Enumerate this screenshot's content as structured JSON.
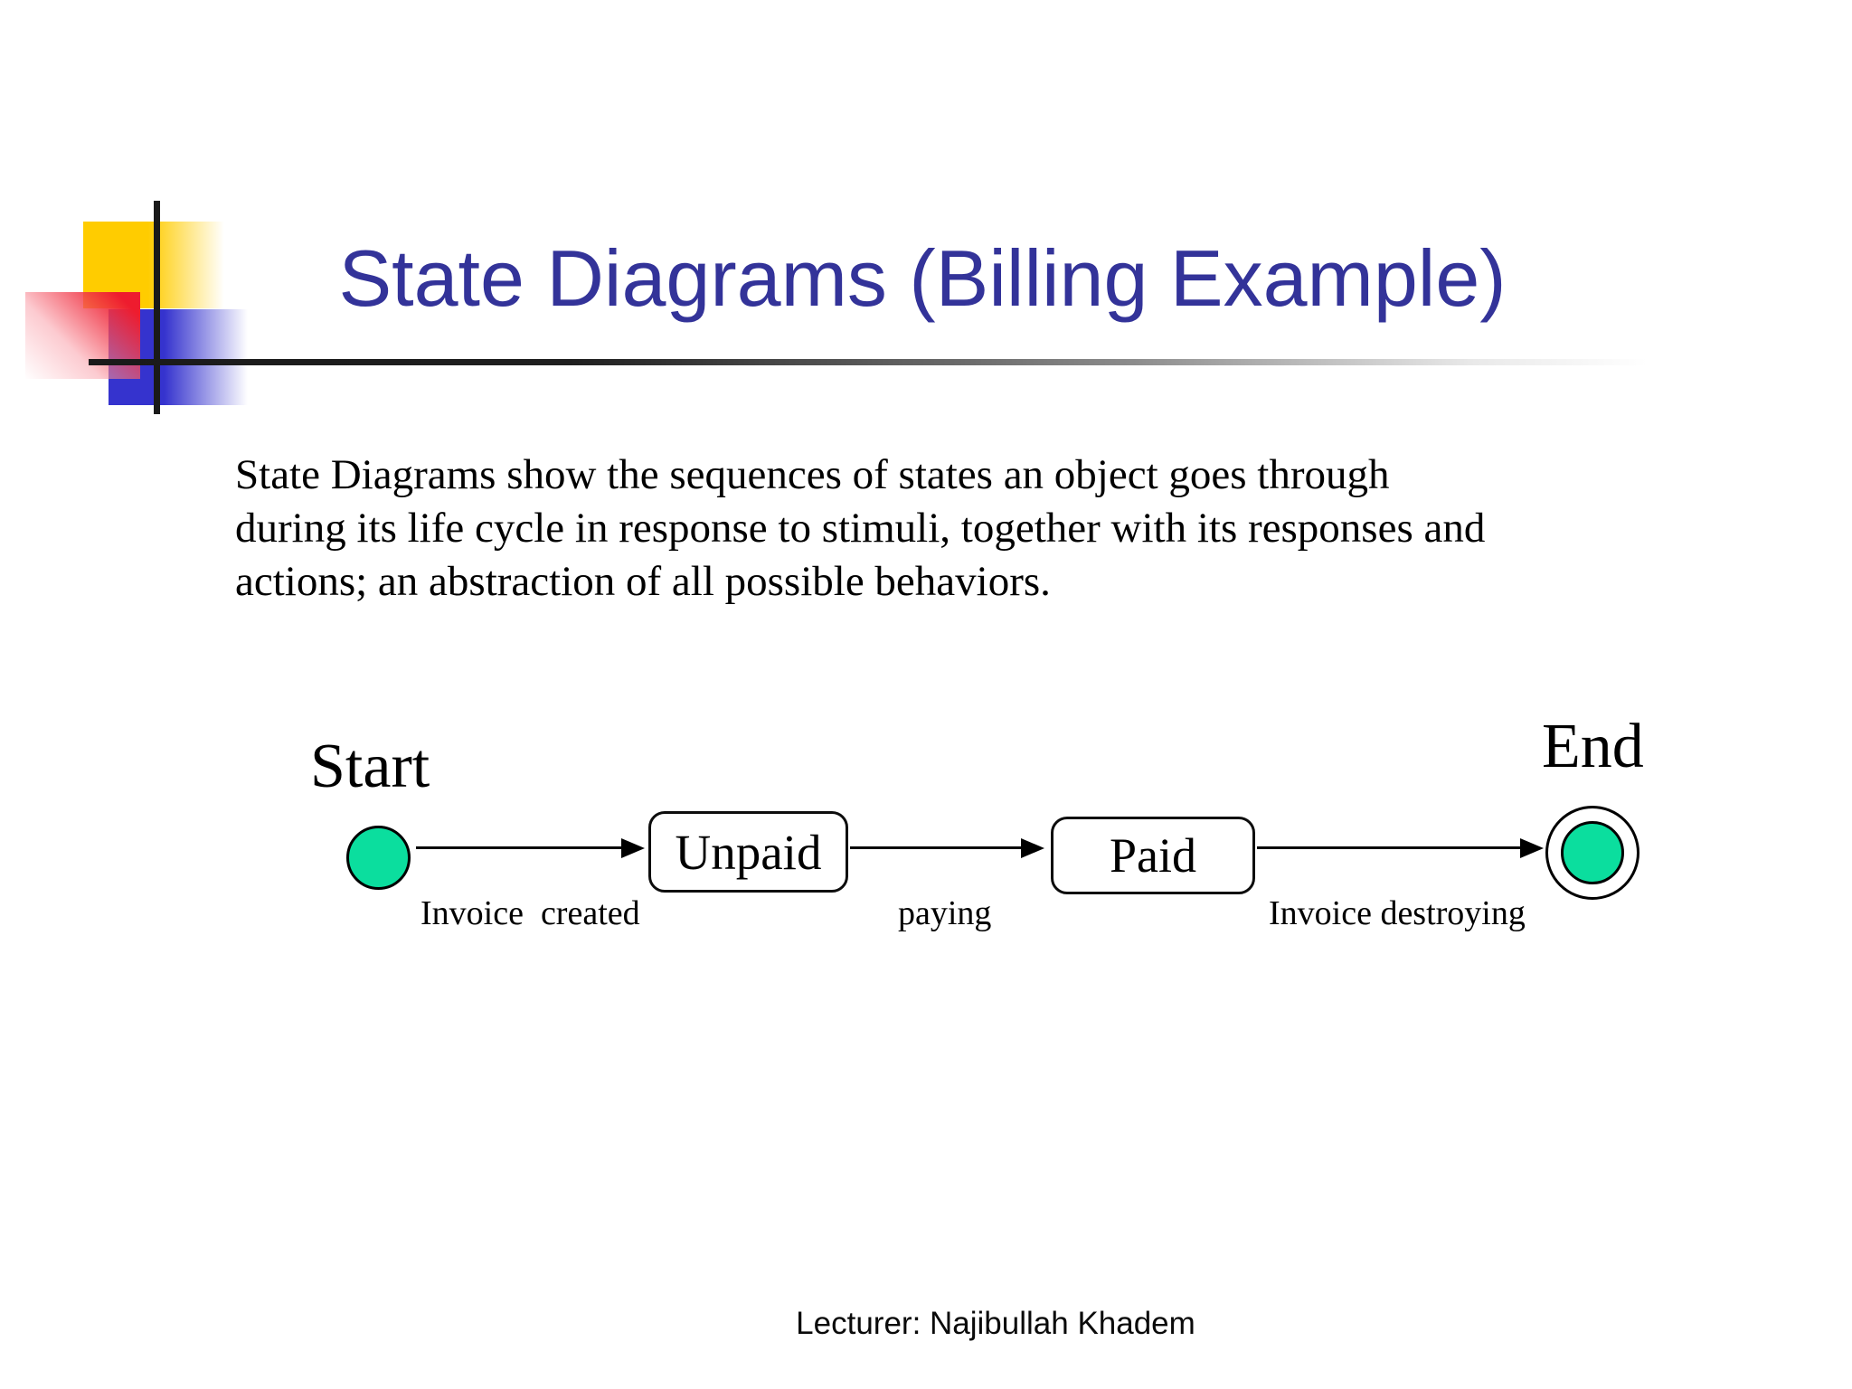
{
  "slide": {
    "title": "State Diagrams (Billing Example)",
    "footer": "Lecturer: Najibullah Khadem"
  },
  "body_text": {
    "line1": "State Diagrams show the sequences of states an object goes through",
    "line2": "during its life cycle in response to stimuli, together with its responses and",
    "line3": "actions; an abstraction of all possible behaviors."
  },
  "diagram": {
    "start_label": "Start",
    "end_label": "End",
    "states": [
      {
        "label": "Unpaid"
      },
      {
        "label": "Paid"
      }
    ],
    "transitions": [
      {
        "label": "Invoice  created"
      },
      {
        "label": "paying"
      },
      {
        "label": "Invoice destroying"
      }
    ]
  },
  "colors": {
    "title_text": "#333399",
    "state_fill_green": "#0BDE9E",
    "deco_yellow": "#FFCC00",
    "deco_blue": "#3533CE",
    "deco_red": "#EE1C2E",
    "line_black": "#1A1A1A"
  }
}
